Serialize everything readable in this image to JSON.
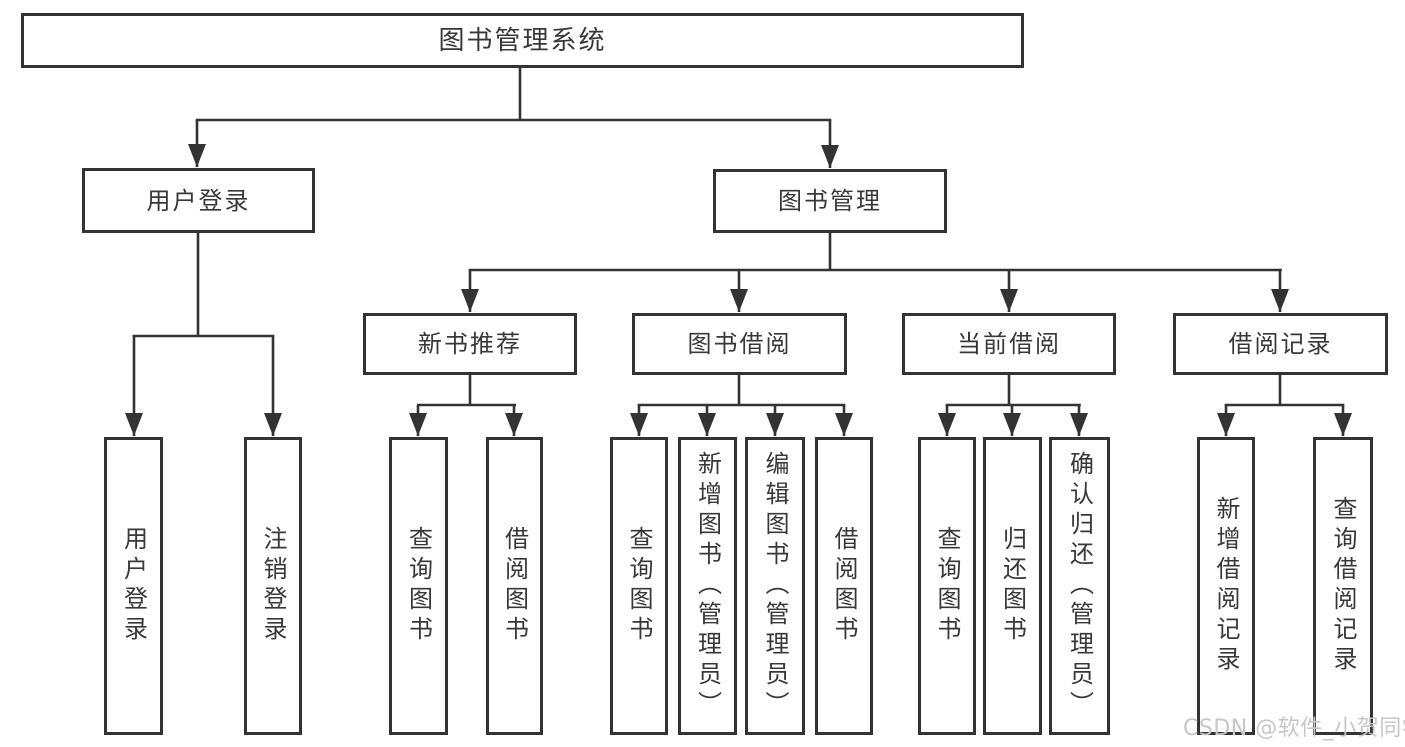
{
  "nodes": {
    "root": "图书管理系统",
    "user_login": "用户登录",
    "book_mgmt": "图书管理",
    "new_book_rec": "新书推荐",
    "book_borrow": "图书借阅",
    "current_borrow": "当前借阅",
    "borrow_record": "借阅记录",
    "leaf_user_login": "用户登录",
    "leaf_logout": "注销登录",
    "leaf_query_book_a": "查询图书",
    "leaf_borrow_book_a": "借阅图书",
    "leaf_query_book_b": "查询图书",
    "leaf_add_book_admin": "新增图书（管理员）",
    "leaf_edit_book_admin": "编辑图书（管理员）",
    "leaf_borrow_book_b": "借阅图书",
    "leaf_query_book_c": "查询图书",
    "leaf_return_book": "归还图书",
    "leaf_confirm_return_admin": "确认归还（管理员）",
    "leaf_add_borrow_record": "新增借阅记录",
    "leaf_query_borrow_record": "查询借阅记录"
  },
  "hierarchy": {
    "图书管理系统": [
      "用户登录",
      "图书管理"
    ],
    "用户登录": [
      "用户登录",
      "注销登录"
    ],
    "图书管理": [
      "新书推荐",
      "图书借阅",
      "当前借阅",
      "借阅记录"
    ],
    "新书推荐": [
      "查询图书",
      "借阅图书"
    ],
    "图书借阅": [
      "查询图书",
      "新增图书（管理员）",
      "编辑图书（管理员）",
      "借阅图书"
    ],
    "当前借阅": [
      "查询图书",
      "归还图书",
      "确认归还（管理员）"
    ],
    "借阅记录": [
      "新增借阅记录",
      "查询借阅记录"
    ]
  },
  "watermark": {
    "text": "CSDN @软件_小贺同学"
  },
  "colors": {
    "line": "#333333",
    "text": "#383838",
    "watermark": "#c7c7c7",
    "background": "#ffffff"
  }
}
